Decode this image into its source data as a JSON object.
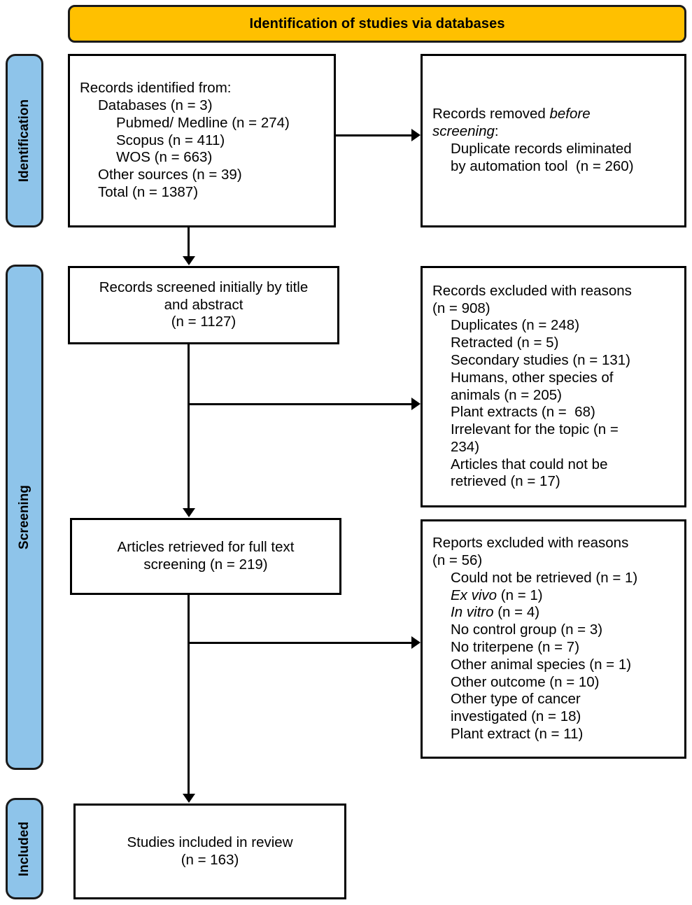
{
  "diagram": {
    "type": "prisma-flow-diagram",
    "header": {
      "title": "Identification of studies via databases"
    },
    "phases": [
      {
        "id": "identification",
        "label": "Identification"
      },
      {
        "id": "screening",
        "label": "Screening"
      },
      {
        "id": "included",
        "label": "Included"
      }
    ],
    "colors": {
      "header_fill": "#FFC000",
      "phase_fill": "#8EC4EA",
      "box_fill": "#FFFFFF",
      "stroke": "#000000"
    },
    "boxes": {
      "identified": {
        "name": "Records identified from",
        "lines": [
          {
            "text": "Records identified from:",
            "indent": 0
          },
          {
            "text": "Databases (n = 3)",
            "indent": 1
          },
          {
            "text": "Pubmed/ Medline (n = 274)",
            "indent": 2
          },
          {
            "text": "Scopus (n = 411)",
            "indent": 2
          },
          {
            "text": "WOS (n = 663)",
            "indent": 2
          },
          {
            "text": "Other sources (n = 39)",
            "indent": 1
          },
          {
            "text": "Total (n = 1387)",
            "indent": 1
          }
        ]
      },
      "removed_before_screening": {
        "name": "Records removed before screening",
        "lines": [
          {
            "text": "Records removed ",
            "italic_tail": "before",
            "indent": 0
          },
          {
            "text": "",
            "italic_head": "screening",
            "tail": ":",
            "indent": 0
          },
          {
            "text": "Duplicate records eliminated",
            "indent": 1
          },
          {
            "text": "by automation tool  (n = 260)",
            "indent": 1
          }
        ]
      },
      "screened": {
        "name": "Records screened initially",
        "lines": [
          {
            "text": "Records screened initially by title"
          },
          {
            "text": "and abstract"
          },
          {
            "text": "(n = 1127)"
          }
        ]
      },
      "records_excluded": {
        "name": "Records excluded with reasons",
        "lines": [
          {
            "text": "Records excluded with reasons",
            "indent": 0
          },
          {
            "text": "(n = 908)",
            "indent": 0
          },
          {
            "text": "Duplicates (n = 248)",
            "indent": 1
          },
          {
            "text": "Retracted (n = 5)",
            "indent": 1
          },
          {
            "text": "Secondary studies (n = 131)",
            "indent": 1
          },
          {
            "text": "Humans, other species of",
            "indent": 1
          },
          {
            "text": "animals (n = 205)",
            "indent": 1
          },
          {
            "text": "Plant extracts (n =  68)",
            "indent": 1
          },
          {
            "text": "Irrelevant for the topic (n =",
            "indent": 1
          },
          {
            "text": "234)",
            "indent": 1
          },
          {
            "text": "Articles that could not be",
            "indent": 1
          },
          {
            "text": "retrieved (n = 17)",
            "indent": 1
          }
        ]
      },
      "retrieved": {
        "name": "Articles retrieved for full text screening",
        "lines": [
          {
            "text": "Articles retrieved for full text"
          },
          {
            "text": "screening (n = 219)"
          }
        ]
      },
      "reports_excluded": {
        "name": "Reports excluded with reasons",
        "lines": [
          {
            "text": "Reports excluded with reasons",
            "indent": 0
          },
          {
            "text": "(n = 56)",
            "indent": 0
          },
          {
            "text": "Could not be retrieved (n = 1)",
            "indent": 1
          },
          {
            "italic_head": "Ex vivo",
            "tail": " (n = 1)",
            "indent": 1
          },
          {
            "italic_head": "In vitro",
            "tail": " (n = 4)",
            "indent": 1
          },
          {
            "text": "No control group (n = 3)",
            "indent": 1
          },
          {
            "text": "No triterpene (n = 7)",
            "indent": 1
          },
          {
            "text": "Other animal species (n = 1)",
            "indent": 1
          },
          {
            "text": "Other outcome (n = 10)",
            "indent": 1
          },
          {
            "text": "Other type of cancer",
            "indent": 1
          },
          {
            "text": "investigated (n = 18)",
            "indent": 1
          },
          {
            "text": "Plant extract (n = 11)",
            "indent": 1
          }
        ]
      },
      "included_studies": {
        "name": "Studies included in review",
        "lines": [
          {
            "text": "Studies included in review"
          },
          {
            "text": "(n = 163)"
          }
        ]
      }
    }
  }
}
